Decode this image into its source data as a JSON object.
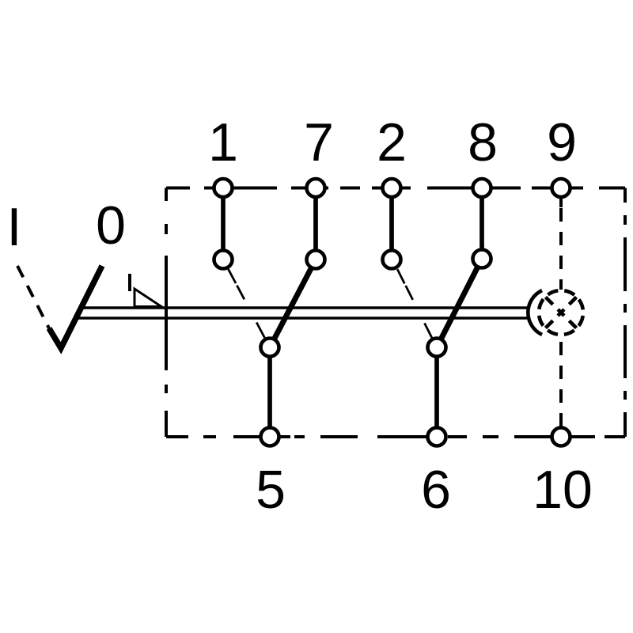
{
  "colors": {
    "ink": "#000000",
    "paper": "#ffffff"
  },
  "labels": {
    "position_i": "I",
    "position_0": "0",
    "top_terminals": [
      "1",
      "7",
      "2",
      "8",
      "9"
    ],
    "bottom_terminals": [
      "5",
      "6",
      "10"
    ]
  },
  "schematic": {
    "kind": "rocker-switch-contact-diagram",
    "switch_positions": [
      "I",
      "0"
    ],
    "current_position": "0",
    "contact_bridges": [
      {
        "from": "7",
        "to": "5",
        "state": "closed"
      },
      {
        "from": "1",
        "to": "5",
        "state": "open"
      },
      {
        "from": "8",
        "to": "6",
        "state": "closed"
      },
      {
        "from": "2",
        "to": "6",
        "state": "open"
      },
      {
        "from": "9",
        "to": "10",
        "state": "internal",
        "component": "illumination-lamp"
      }
    ],
    "icons": {
      "lamp": "dashed-circle-with-x",
      "momentary_function": "wedge-triangle",
      "actuator": "double-line-bar",
      "body": "dash-dot-rectangle"
    }
  }
}
